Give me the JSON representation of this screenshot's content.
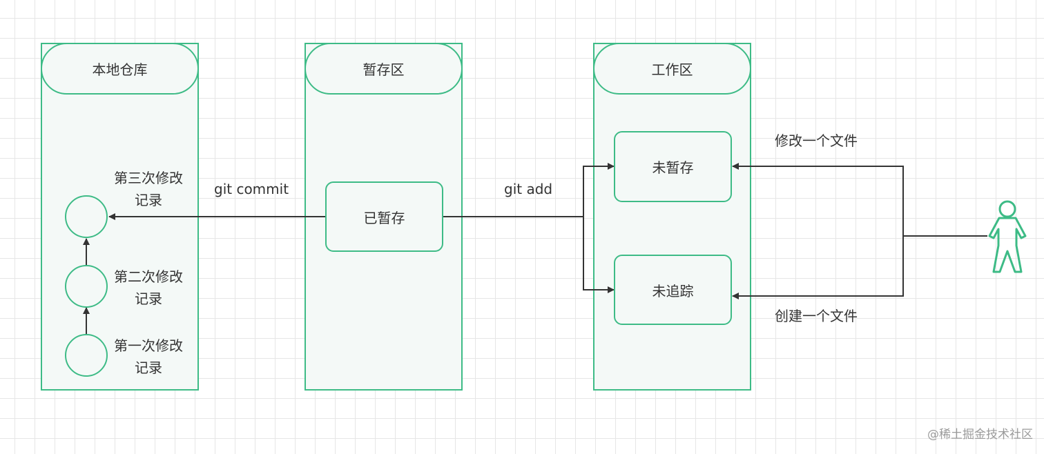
{
  "lanes": {
    "local_repo": "本地仓库",
    "staging": "暂存区",
    "workspace": "工作区"
  },
  "boxes": {
    "staged": "已暂存",
    "unstaged": "未暂存",
    "untracked": "未追踪"
  },
  "commits": {
    "third": "第三次修改记录",
    "second": "第二次修改记录",
    "first": "第一次修改记录"
  },
  "edges": {
    "git_commit": "git commit",
    "git_add": "git add",
    "modify_file": "修改一个文件",
    "create_file": "创建一个文件"
  },
  "icons": {
    "actor": "person-icon"
  },
  "colors": {
    "accent": "#3dbb86",
    "fill": "#f4f9f7",
    "line": "#333333"
  },
  "watermark": "@稀土掘金技术社区"
}
